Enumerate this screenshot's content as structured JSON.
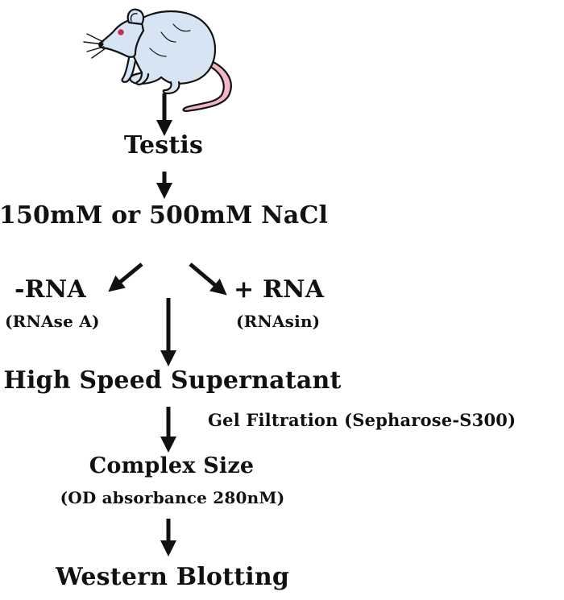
{
  "steps": {
    "testis": "Testis",
    "salt": "150mM or 500mM NaCl",
    "minus_rna": "-RNA",
    "minus_rna_note": "(RNAse A)",
    "plus_rna": "+ RNA",
    "plus_rna_note": "(RNAsin)",
    "supernatant": "High Speed Supernatant",
    "gel_filtration": "Gel Filtration (Sepharose-S300)",
    "complex_size": "Complex Size",
    "complex_size_note": "(OD absorbance 280nM)",
    "western": "Western Blotting"
  },
  "colors": {
    "rat_body": "#d7e4f3",
    "rat_tail": "#f2b6c6",
    "outline": "#111111"
  },
  "icons": {
    "animal": "rat-icon"
  }
}
